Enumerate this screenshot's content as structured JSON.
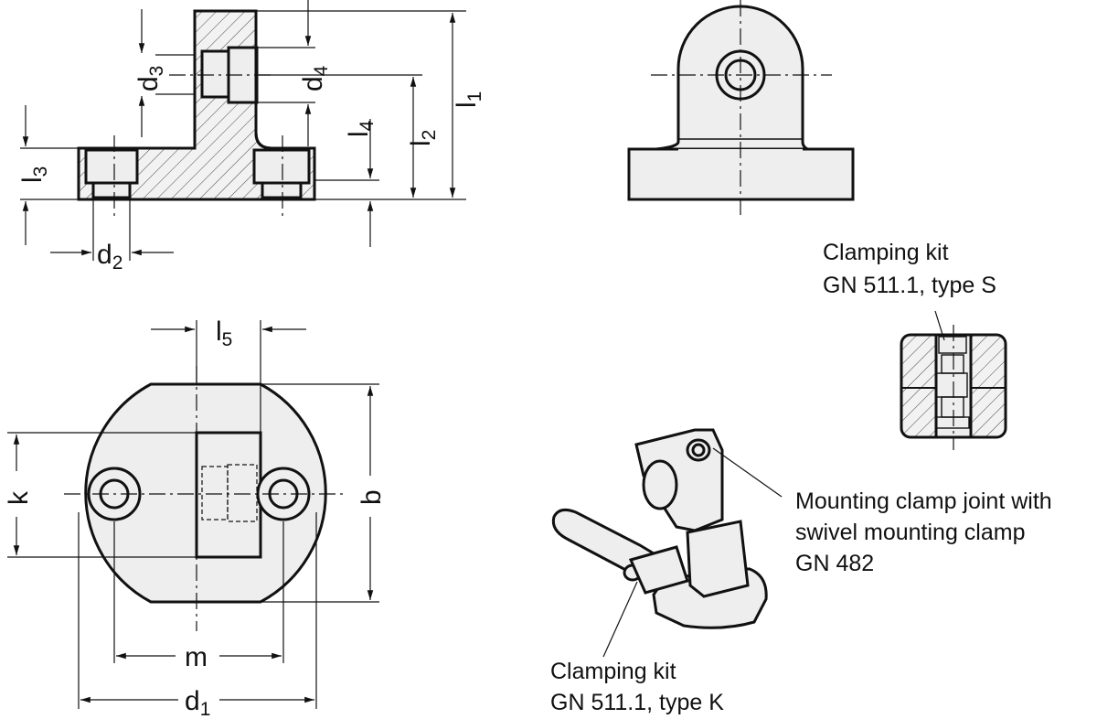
{
  "dimensions": {
    "l1": {
      "main": "l",
      "sub": "1"
    },
    "l2": {
      "main": "l",
      "sub": "2"
    },
    "l3": {
      "main": "l",
      "sub": "3"
    },
    "l4": {
      "main": "l",
      "sub": "4"
    },
    "l5": {
      "main": "l",
      "sub": "5"
    },
    "d1": {
      "main": "d",
      "sub": "1"
    },
    "d2": {
      "main": "d",
      "sub": "2"
    },
    "d3": {
      "main": "d",
      "sub": "3"
    },
    "d4": {
      "main": "d",
      "sub": "4"
    },
    "k": "k",
    "b": "b",
    "m": "m"
  },
  "callouts": {
    "kit_s": {
      "line1": "Clamping kit",
      "line2": "GN 511.1, type S"
    },
    "joint": {
      "line1": "Mounting clamp joint with",
      "line2": "swivel mounting clamp",
      "line3": "GN 482"
    },
    "kit_k": {
      "line1": "Clamping kit",
      "line2": "GN 511.1, type K"
    }
  }
}
